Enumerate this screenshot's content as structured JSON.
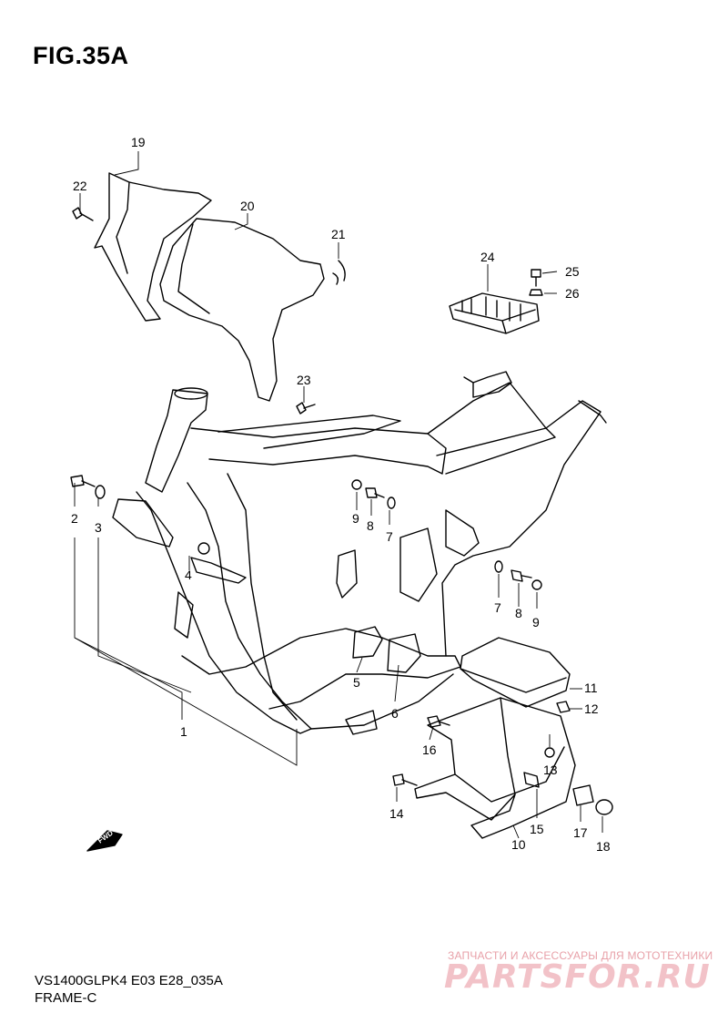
{
  "figure": {
    "title": "FIG.35A",
    "model_code": "VS1400GLPK4 E03 E28_035A",
    "name": "FRAME-C"
  },
  "callouts": [
    {
      "id": "c1",
      "label": "1"
    },
    {
      "id": "c2",
      "label": "2"
    },
    {
      "id": "c3",
      "label": "3"
    },
    {
      "id": "c4",
      "label": "4"
    },
    {
      "id": "c5",
      "label": "5"
    },
    {
      "id": "c6",
      "label": "6"
    },
    {
      "id": "c7a",
      "label": "7"
    },
    {
      "id": "c7b",
      "label": "7"
    },
    {
      "id": "c8a",
      "label": "8"
    },
    {
      "id": "c8b",
      "label": "8"
    },
    {
      "id": "c9a",
      "label": "9"
    },
    {
      "id": "c9b",
      "label": "9"
    },
    {
      "id": "c10",
      "label": "10"
    },
    {
      "id": "c11",
      "label": "11"
    },
    {
      "id": "c12",
      "label": "12"
    },
    {
      "id": "c13",
      "label": "13"
    },
    {
      "id": "c14",
      "label": "14"
    },
    {
      "id": "c15",
      "label": "15"
    },
    {
      "id": "c16",
      "label": "16"
    },
    {
      "id": "c17",
      "label": "17"
    },
    {
      "id": "c18",
      "label": "18"
    },
    {
      "id": "c19",
      "label": "19"
    },
    {
      "id": "c20",
      "label": "20"
    },
    {
      "id": "c21",
      "label": "21"
    },
    {
      "id": "c22",
      "label": "22"
    },
    {
      "id": "c23",
      "label": "23"
    },
    {
      "id": "c24",
      "label": "24"
    },
    {
      "id": "c25",
      "label": "25"
    },
    {
      "id": "c26",
      "label": "26"
    }
  ],
  "fwd_label": "FWD",
  "watermark": {
    "tagline": "ЗАПЧАСТИ И АКСЕССУАРЫ ДЛЯ МОТОТЕХНИКИ",
    "logo": "PARTSFOR.RU"
  }
}
